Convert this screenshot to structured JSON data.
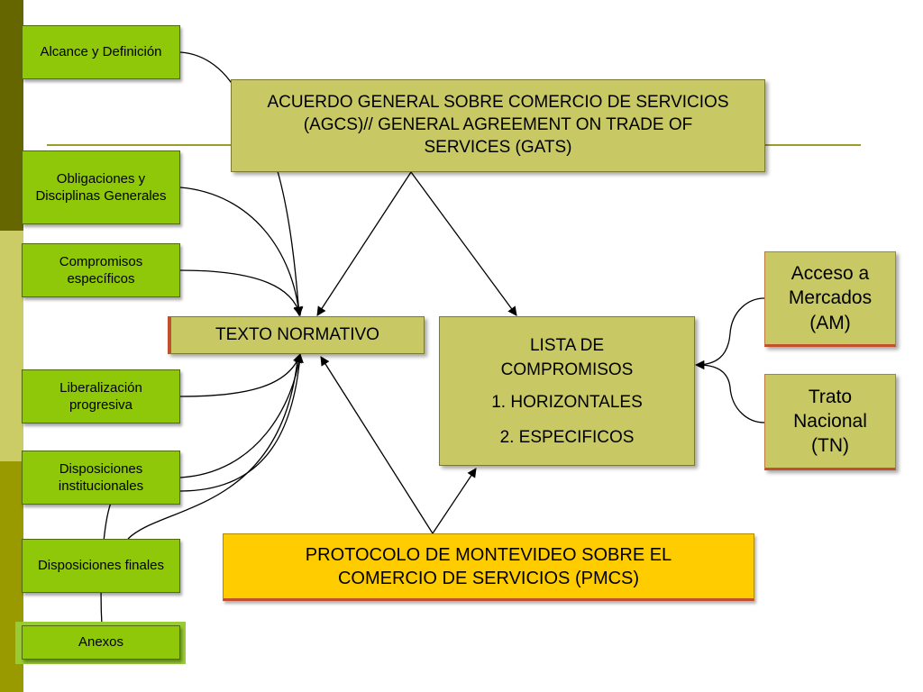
{
  "colors": {
    "side_band_top": "#666600",
    "side_band_mid": "#cccc66",
    "side_band_bottom": "#999900",
    "divider": "#9c9c2c",
    "component_box": "#8fc808",
    "main_box": "#c8c864",
    "protocol_box": "#ffcc00",
    "connector": "#000000"
  },
  "title_box": {
    "text": "ACUERDO GENERAL SOBRE COMERCIO DE SERVICIOS (AGCS)// GENERAL AGREEMENT ON TRADE OF SERVICES (GATS)"
  },
  "left_items": [
    {
      "label": "Alcance y Definición"
    },
    {
      "label": "Obligaciones y Disciplinas Generales"
    },
    {
      "label": "Compromisos específicos"
    },
    {
      "label": "Liberalización progresiva"
    },
    {
      "label": "Disposiciones institucionales"
    },
    {
      "label": "Disposiciones finales"
    },
    {
      "label": "Anexos"
    }
  ],
  "normative_box": {
    "text": "TEXTO NORMATIVO"
  },
  "list_box": {
    "title": "LISTA DE COMPROMISOS",
    "items": [
      "1. HORIZONTALES",
      "2. ESPECIFICOS"
    ]
  },
  "right_items": [
    {
      "label": "Acceso a Mercados (AM)"
    },
    {
      "label": "Trato Nacional (TN)"
    }
  ],
  "protocol_box": {
    "text": "PROTOCOLO DE MONTEVIDEO SOBRE EL COMERCIO DE SERVICIOS (PMCS)"
  }
}
